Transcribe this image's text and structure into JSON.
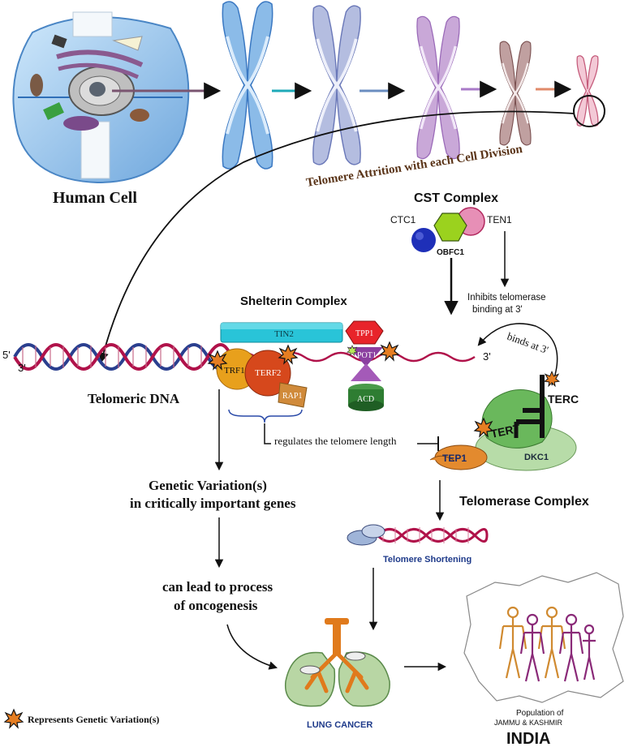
{
  "labels": {
    "human_cell": "Human Cell",
    "attrition": "Telomere  Attrition with each Cell Division",
    "cst_complex": "CST Complex",
    "ctc1": "CTC1",
    "ten1": "TEN1",
    "obfc1": "OBFC1",
    "inhibits_line1": "Inhibits telomerase",
    "inhibits_line2": "binding at 3'",
    "shelterin_complex": "Shelterin Complex",
    "tin2": "TIN2",
    "tpp1": "TPP1",
    "pot1": "POT1",
    "acd": "ACD",
    "trf1": "TRF1",
    "terf2": "TERF2",
    "rap1": "RAP1",
    "five_prime_left": "5'",
    "three_prime_left": "3'",
    "five_prime_mid": "5'",
    "three_prime_right": "3'",
    "binds_at_3": "binds at 3'",
    "terc": "TERC",
    "tert": "TERT",
    "tep1": "TEP1",
    "dkc1": "DKC1",
    "telomeric_dna": "Telomeric DNA",
    "regulates": "regulates the telomere length",
    "genetic_var_line1": "Genetic Variation(s)",
    "genetic_var_line2": "in critically important genes",
    "telomerase_complex": "Telomerase Complex",
    "telomere_shortening": "Telomere Shortening",
    "oncogenesis_line1": "can lead to process",
    "oncogenesis_line2": "of oncogenesis",
    "lung_cancer": "LUNG CANCER",
    "population_line1": "Population of",
    "population_line2": "JAMMU & KASHMIR",
    "india": "INDIA",
    "legend": "Represents Genetic Variation(s)"
  },
  "colors": {
    "tin2": "#29c4d8",
    "tpp1": "#e8242a",
    "pot1": "#8b3fa0",
    "acd": "#2e7d32",
    "trf1": "#e8a01c",
    "terf2": "#d6481c",
    "rap1": "#d08a3a",
    "telomerase_body": "#6ab85c",
    "dkc1": "#b7dca8",
    "tep1": "#e38a2e",
    "dna_blue": "#2a3f8f",
    "dna_red": "#b0124a",
    "ctc1": "#1e2fb8",
    "obfc1": "#9bd21e",
    "ten1": "#e58fb3",
    "lung": "#b8d6a4",
    "airway": "#e07a1c"
  }
}
